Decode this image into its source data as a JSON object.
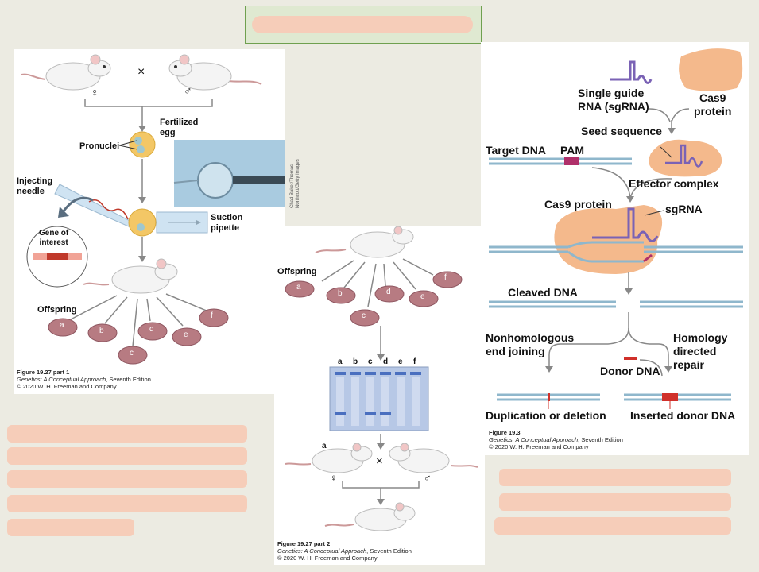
{
  "panel1": {
    "cross_symbol": "×",
    "female_symbol": "♀",
    "male_symbol": "♂",
    "fertilized_egg": [
      "Fertilized",
      "egg"
    ],
    "pronuclei": "Pronuclei",
    "photo_credit": [
      "Chad Baker/Thomas",
      "Northcott/Getty Images"
    ],
    "injecting_needle": [
      "Injecting",
      "needle"
    ],
    "gene_of_interest": [
      "Gene of",
      "interest"
    ],
    "suction_pipette": [
      "Suction",
      "pipette"
    ],
    "offspring": "Offspring",
    "pup_labels": [
      "a",
      "b",
      "c",
      "d",
      "e",
      "f"
    ],
    "caption": {
      "figure": "Figure 19.27 part 1",
      "book": "Genetics: A Conceptual Approach",
      "edition": ", Seventh Edition",
      "copyright": "© 2020 W. H. Freeman and Company"
    }
  },
  "panel2": {
    "offspring": "Offspring",
    "pup_labels": [
      "a",
      "b",
      "c",
      "d",
      "e",
      "f"
    ],
    "gel_lanes": [
      "a",
      "b",
      "c",
      "d",
      "e",
      "f"
    ],
    "gel_band_lanes": [
      "a",
      "c",
      "d"
    ],
    "selected_label": "a",
    "cross_symbol": "×",
    "female_symbol": "♀",
    "male_symbol": "♂",
    "caption": {
      "figure": "Figure 19.27 part 2",
      "book": "Genetics: A Conceptual Approach",
      "edition": ", Seventh Edition",
      "copyright": "© 2020 W. H. Freeman and Company"
    }
  },
  "panel3": {
    "sgRNA_label": [
      "Single guide",
      "RNA (sgRNA)"
    ],
    "cas9_label": [
      "Cas9",
      "protein"
    ],
    "seed_sequence": "Seed sequence",
    "target_dna": "Target DNA",
    "pam": "PAM",
    "effector_complex": "Effector complex",
    "cas9_protein": "Cas9 protein",
    "sgrna": "sgRNA",
    "cleaved_dna": "Cleaved DNA",
    "nhej": [
      "Nonhomologous",
      "end joining"
    ],
    "hdr": [
      "Homology",
      "directed",
      "repair"
    ],
    "donor_dna": "Donor DNA",
    "dup_del": "Duplication or deletion",
    "inserted": "Inserted donor DNA",
    "caption": {
      "figure": "Figure 19.3",
      "book": "Genetics: A Conceptual Approach",
      "edition": ", Seventh Edition",
      "copyright": "© 2020 W. H. Freeman and Company"
    }
  },
  "colors": {
    "background": "#ecebe2",
    "cas9": "#f4b98c",
    "sgrna": "#7a62b5",
    "dna": "#8fb7cc",
    "pam": "#b0306a",
    "mouse_pink": "#b77b82",
    "gel": "#b7c8e6",
    "redaction": "#f6cdb9",
    "title_border": "#6fa04f"
  }
}
